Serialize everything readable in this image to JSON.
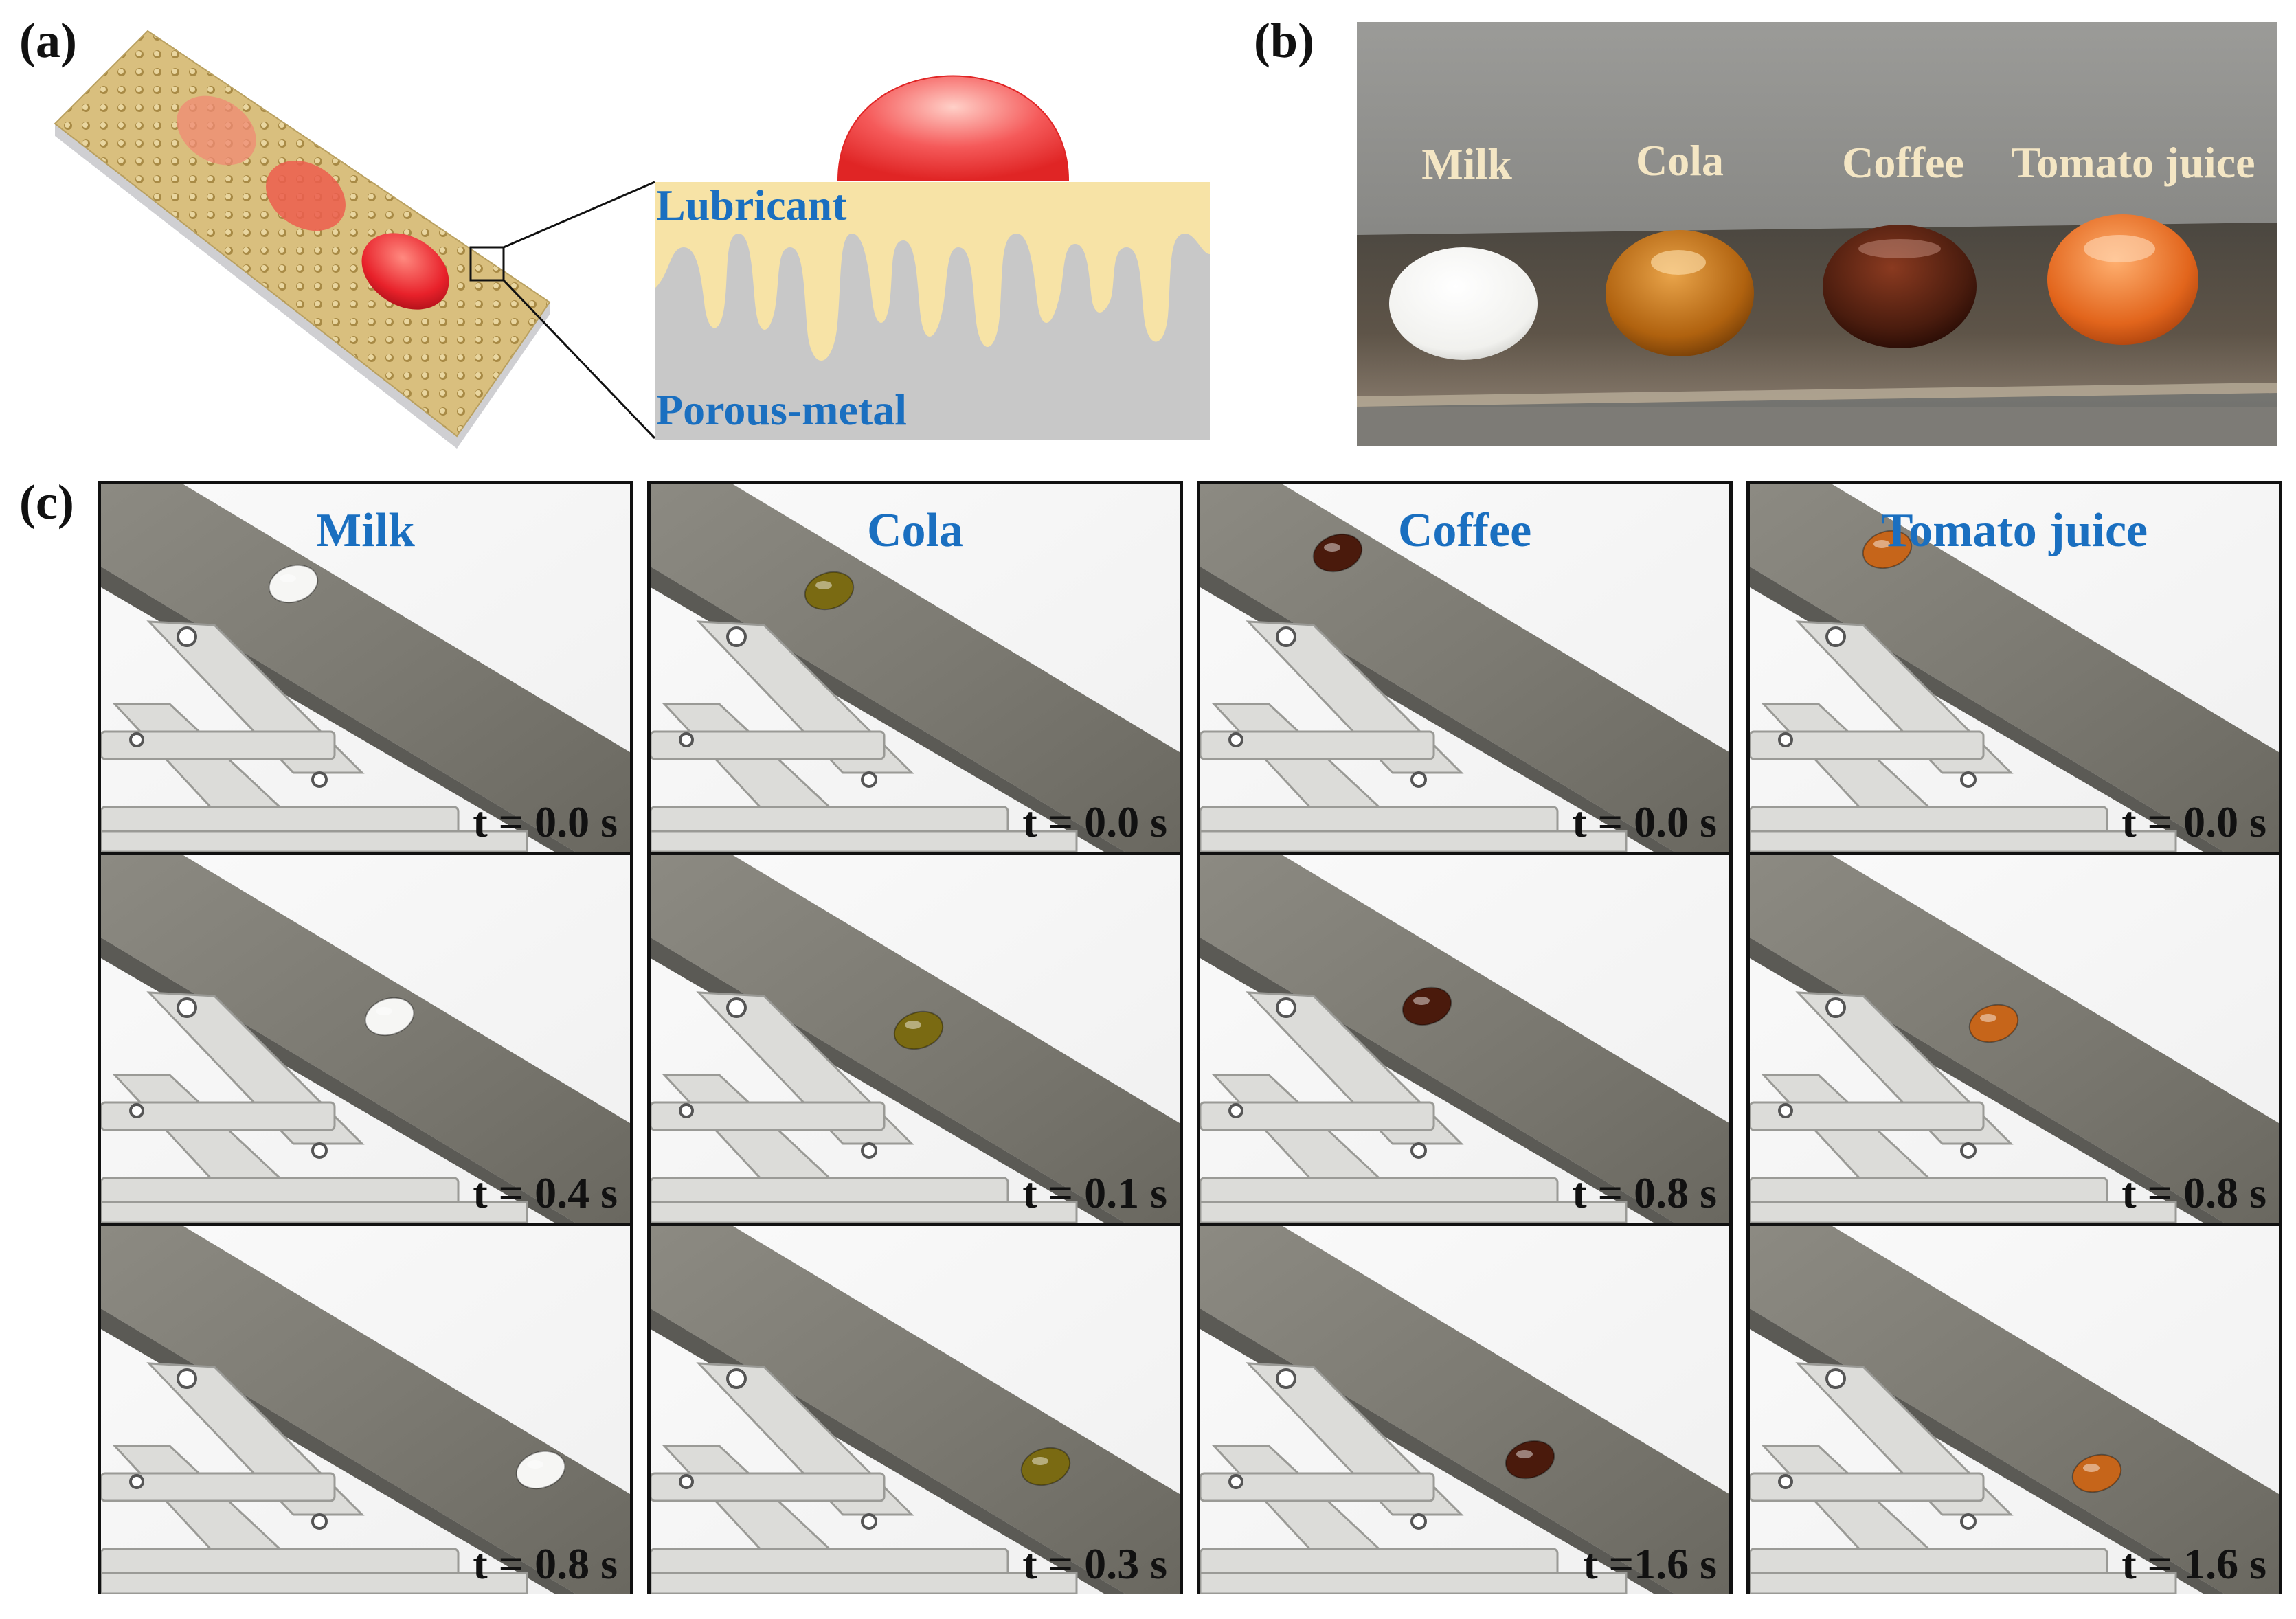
{
  "panel_labels": {
    "a": "(a)",
    "b": "(b)",
    "c": "(c)"
  },
  "panel_a": {
    "lubricant_label": "Lubricant",
    "substrate_label": "Porous-metal",
    "colors": {
      "substrate": "#d9bf7e",
      "droplet": "#e8212a",
      "lubricant": "#f7e3a6",
      "metal": "#c8c8c8",
      "label_blue": "#1a6fc0"
    }
  },
  "panel_b": {
    "liquids": [
      "Milk",
      "Cola",
      "Coffee",
      "Tomato juice"
    ],
    "colors": {
      "Milk": "#f4f4f2",
      "Cola": "#b0620f",
      "Coffee": "#4a1c0e",
      "Tomato juice": "#e2651c"
    }
  },
  "panel_c": {
    "columns": [
      {
        "title": "Milk",
        "times": [
          "t = 0.0 s",
          "t = 0.4 s",
          "t = 0.8 s"
        ],
        "color": "#f6f6f4"
      },
      {
        "title": "Cola",
        "times": [
          "t = 0.0 s",
          "t = 0.1 s",
          "t = 0.3 s"
        ],
        "color": "#7a6a12"
      },
      {
        "title": "Coffee",
        "times": [
          "t = 0.0 s",
          "t = 0.8 s",
          "t =1.6 s"
        ],
        "color": "#4a1a0c"
      },
      {
        "title": "Tomato juice",
        "times": [
          "t = 0.0 s",
          "t = 0.8 s",
          "t = 1.6 s"
        ],
        "color": "#c6651a"
      }
    ]
  }
}
